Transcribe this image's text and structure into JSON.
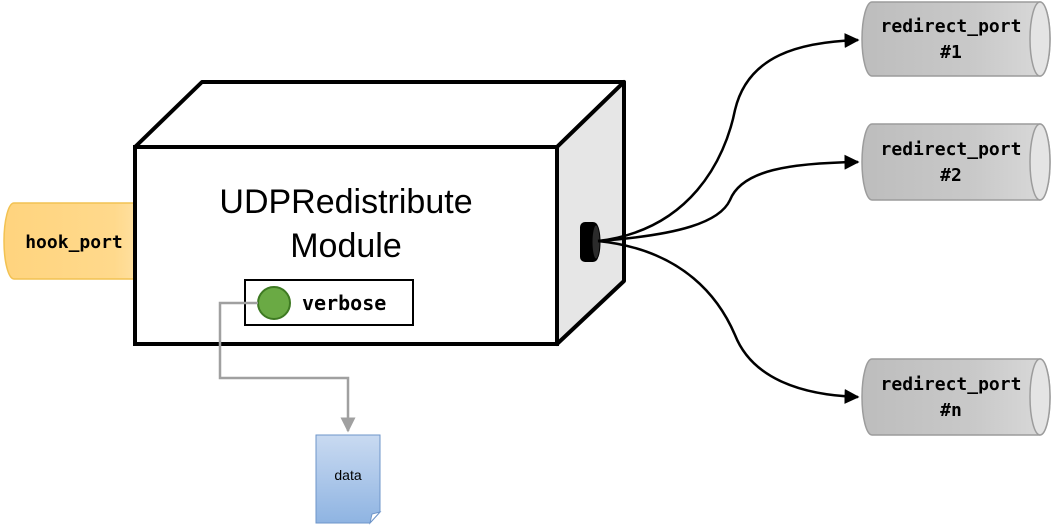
{
  "module": {
    "title_line1": "UDPRedistribute",
    "title_line2": "Module"
  },
  "input_port": {
    "label": "hook_port"
  },
  "option": {
    "label": "verbose"
  },
  "data_file": {
    "label": "data"
  },
  "redirect_ports": [
    {
      "name": "redirect_port",
      "index": "#1"
    },
    {
      "name": "redirect_port",
      "index": "#2"
    },
    {
      "name": "redirect_port",
      "index": "#n"
    }
  ],
  "colors": {
    "hook_port_fill": "#FFD47E",
    "hook_port_stroke": "#F2C252",
    "redirect_fill": "#C8C8C8",
    "redirect_stroke": "#9C9C9C",
    "box_side": "#E6E6E6",
    "option_dot": "#6AAA44",
    "option_dot_stroke": "#3E7A22",
    "data_fill": "#8FB4E2",
    "connector_gray": "#A0A0A0"
  }
}
